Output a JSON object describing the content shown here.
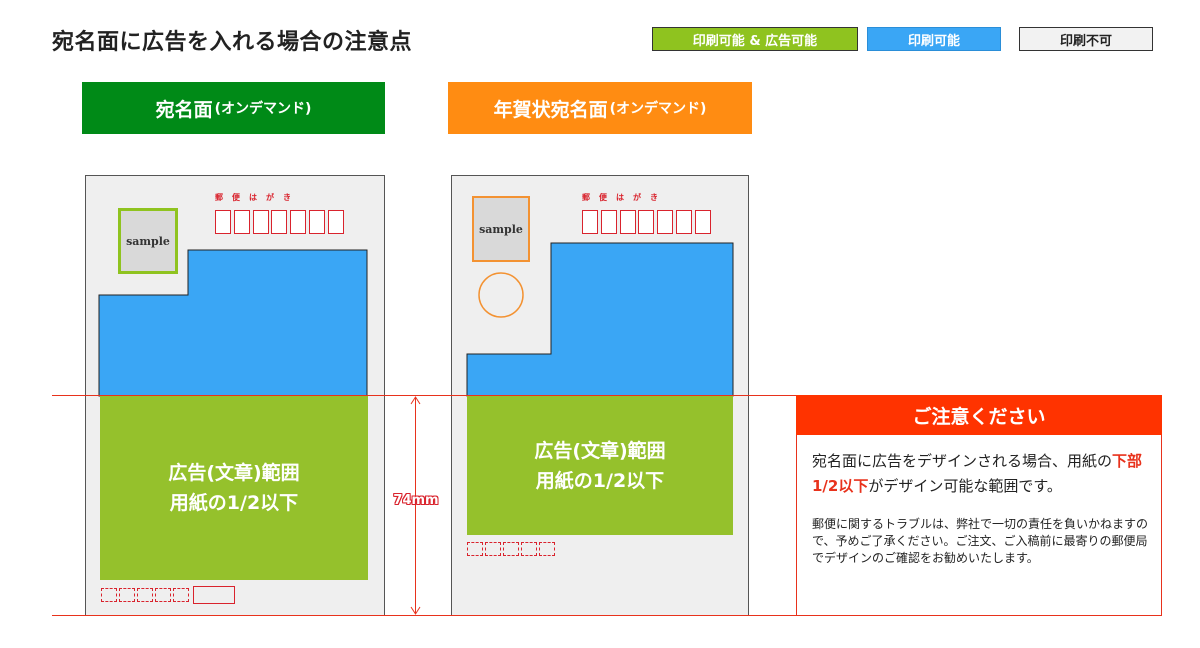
{
  "page_title": "宛名面に広告を入れる場合の注意点",
  "legend": {
    "print_and_ad": "印刷可能 & 広告可能",
    "print_only": "印刷可能",
    "no_print": "印刷不可"
  },
  "colors": {
    "ad_ok": "#95c12c",
    "print_ok": "#3aa6f5",
    "no_print": "#efefef",
    "warning": "#ff3300",
    "guide_line": "#e8321c"
  },
  "cards": [
    {
      "title": "宛名面",
      "title_paren": "(オンデマンド)",
      "postal_label": "郵便はがき",
      "stamp_label": "sample",
      "ad_line1": "広告(文章)範囲",
      "ad_line2": "用紙の1/2以下"
    },
    {
      "title": "年賀状宛名面",
      "title_paren": "(オンデマンド)",
      "postal_label": "郵便はがき",
      "stamp_label": "sample",
      "ad_line1": "広告(文章)範囲",
      "ad_line2": "用紙の1/2以下"
    }
  ],
  "measurement": "74mm",
  "notice": {
    "heading": "ご注意ください",
    "body_before": "宛名面に広告をデザインされる場合、用紙の",
    "body_emph": "下部1/2以下",
    "body_after": "がデザイン可能な範囲です。",
    "small_text": "郵便に関するトラブルは、弊社で一切の責任を負いかねますので、予めご了承ください。ご注文、ご入稿前に最寄りの郵便局でデザインのご確認をお勧めいたします。"
  }
}
